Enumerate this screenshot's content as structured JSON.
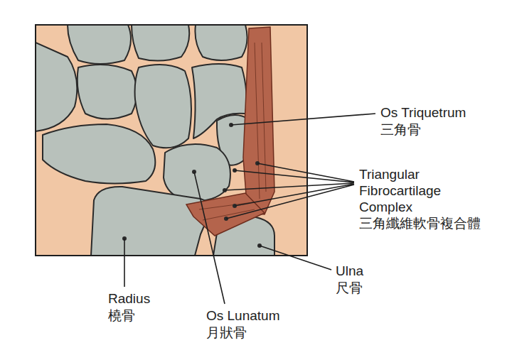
{
  "diagram": {
    "labels": [
      "Os Triquetrum",
      "三角骨",
      "Triangular Fibrocartilage Complex",
      "三角纖維軟骨複合體",
      "Radius",
      "橈骨",
      "Os Lunatum",
      "月狀骨",
      "Ulna",
      "尺骨"
    ]
  }
}
